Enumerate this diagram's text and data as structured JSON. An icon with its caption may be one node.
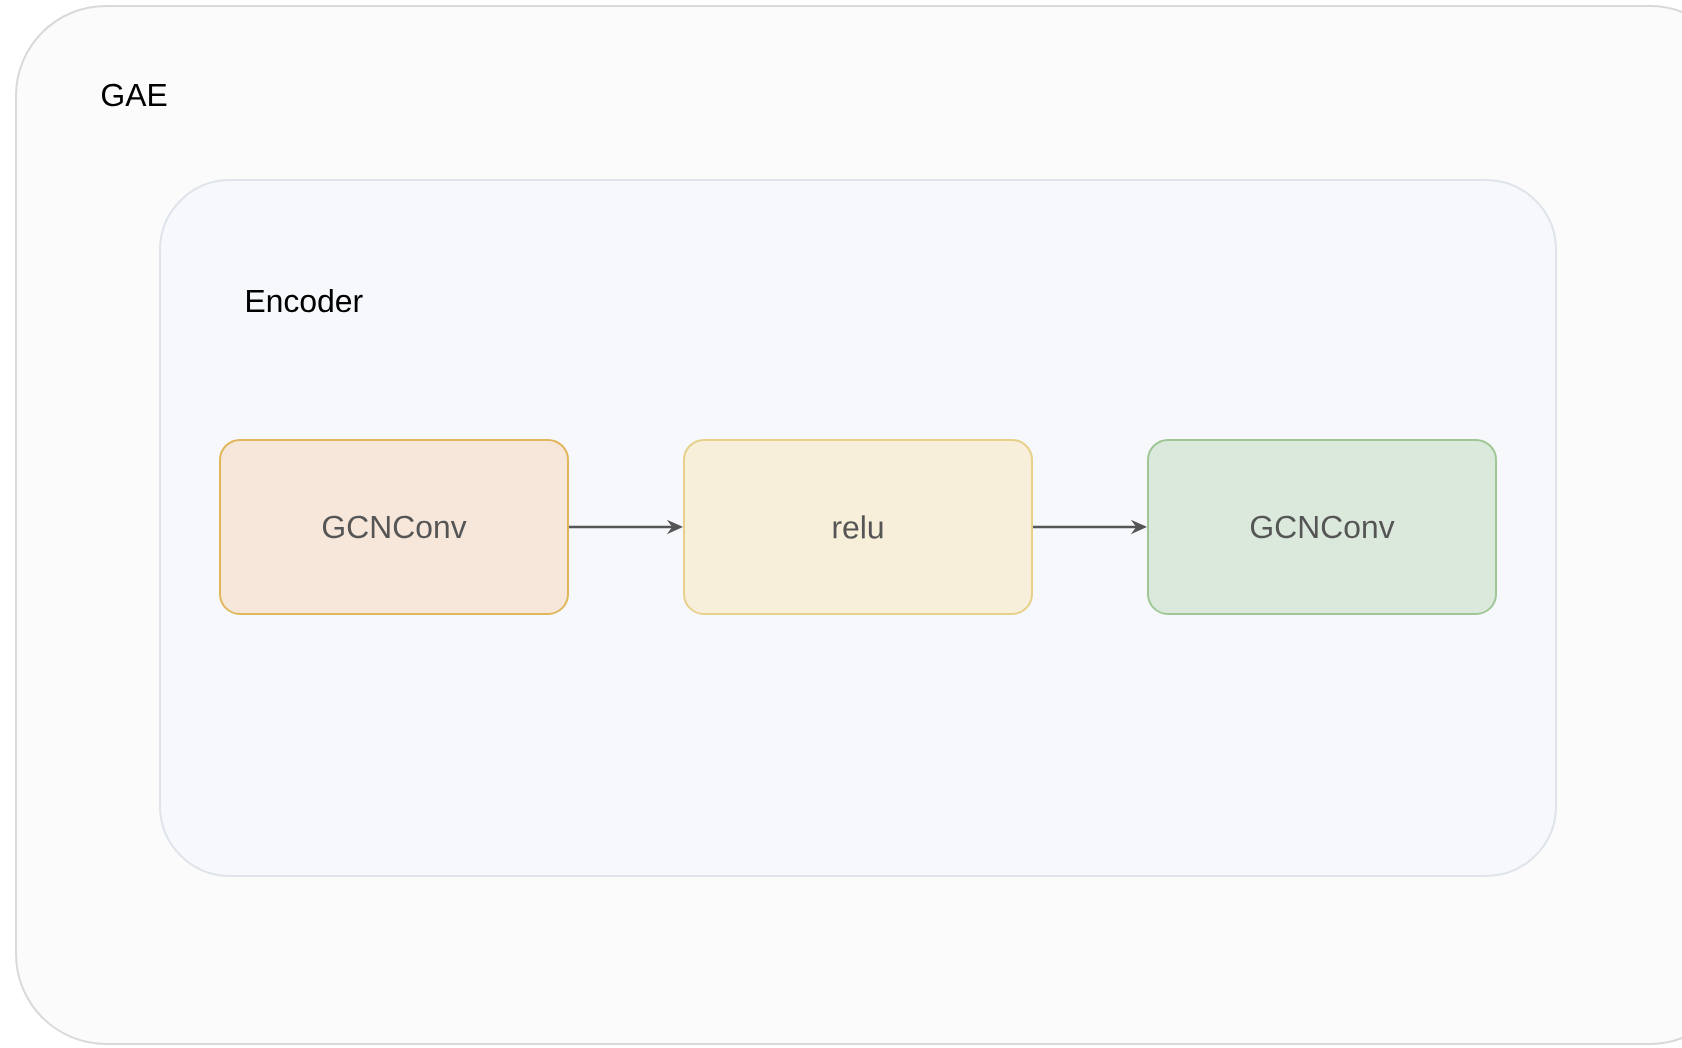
{
  "diagram": {
    "nodes": [
      {
        "text": [
          "GAE"
        ]
      },
      {
        "text": [
          "Encoder"
        ],
        "in": 0
      },
      {
        "text": [
          "GCNConv"
        ],
        "in": 1
      },
      {
        "text": [
          "relu"
        ],
        "in": 1
      },
      {
        "text": [
          "GCNConv"
        ],
        "in": 1
      }
    ],
    "edges": [
      {
        "from": 2,
        "to": 3,
        "arrow": "to"
      },
      {
        "from": 3,
        "to": 4,
        "arrow": "to"
      }
    ]
  }
}
